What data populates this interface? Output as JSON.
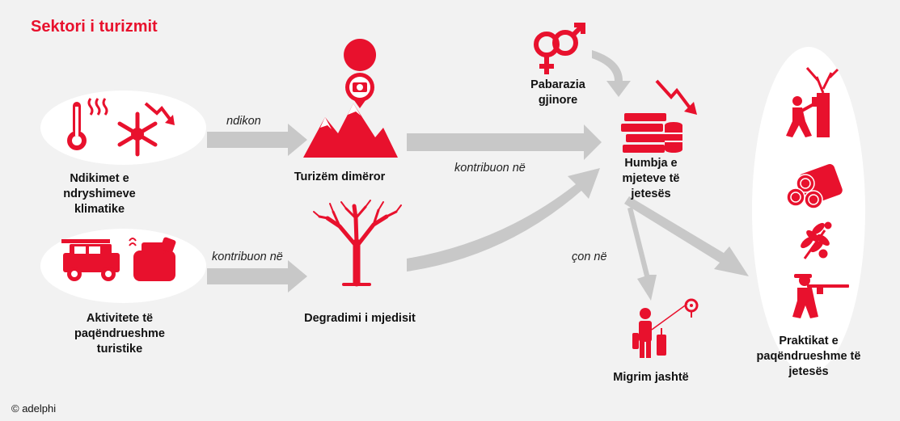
{
  "title": "Sektori i turizmit",
  "nodes": {
    "climate": "Ndikimet e ndryshimeve klimatike",
    "activities": "Aktivitete të paqëndrueshme turistike",
    "winter_tourism": "Turizëm dimëror",
    "degradation": "Degradimi i mjedisit",
    "gender": "Pabarazia gjinore",
    "livelihood_loss": "Humbja e mjeteve të jetesës",
    "migration": "Migrim jashtë",
    "unsustainable": "Praktikat e paqëndrueshme të jetesës"
  },
  "edges": {
    "climate_to_winter": "ndikon",
    "activities_to_degradation": "kontribuon në",
    "winter_to_livelihood": "kontribuon në",
    "livelihood_to_outcomes": "çon në"
  },
  "credit": "© adelphi",
  "colors": {
    "accent": "#e8112d",
    "arrow": "#c8c8c8",
    "bubble": "#ffffff",
    "background": "#f2f2f2"
  },
  "icons": [
    "thermometer-icon",
    "snowflake-icon",
    "down-trend-icon",
    "jeep-icon",
    "bags-icon",
    "mountain-pin-icon",
    "dead-tree-icon",
    "gender-icon",
    "coins-icon",
    "migrant-icon",
    "woodcutter-icon",
    "logs-icon",
    "plant-icon",
    "hunter-icon"
  ]
}
